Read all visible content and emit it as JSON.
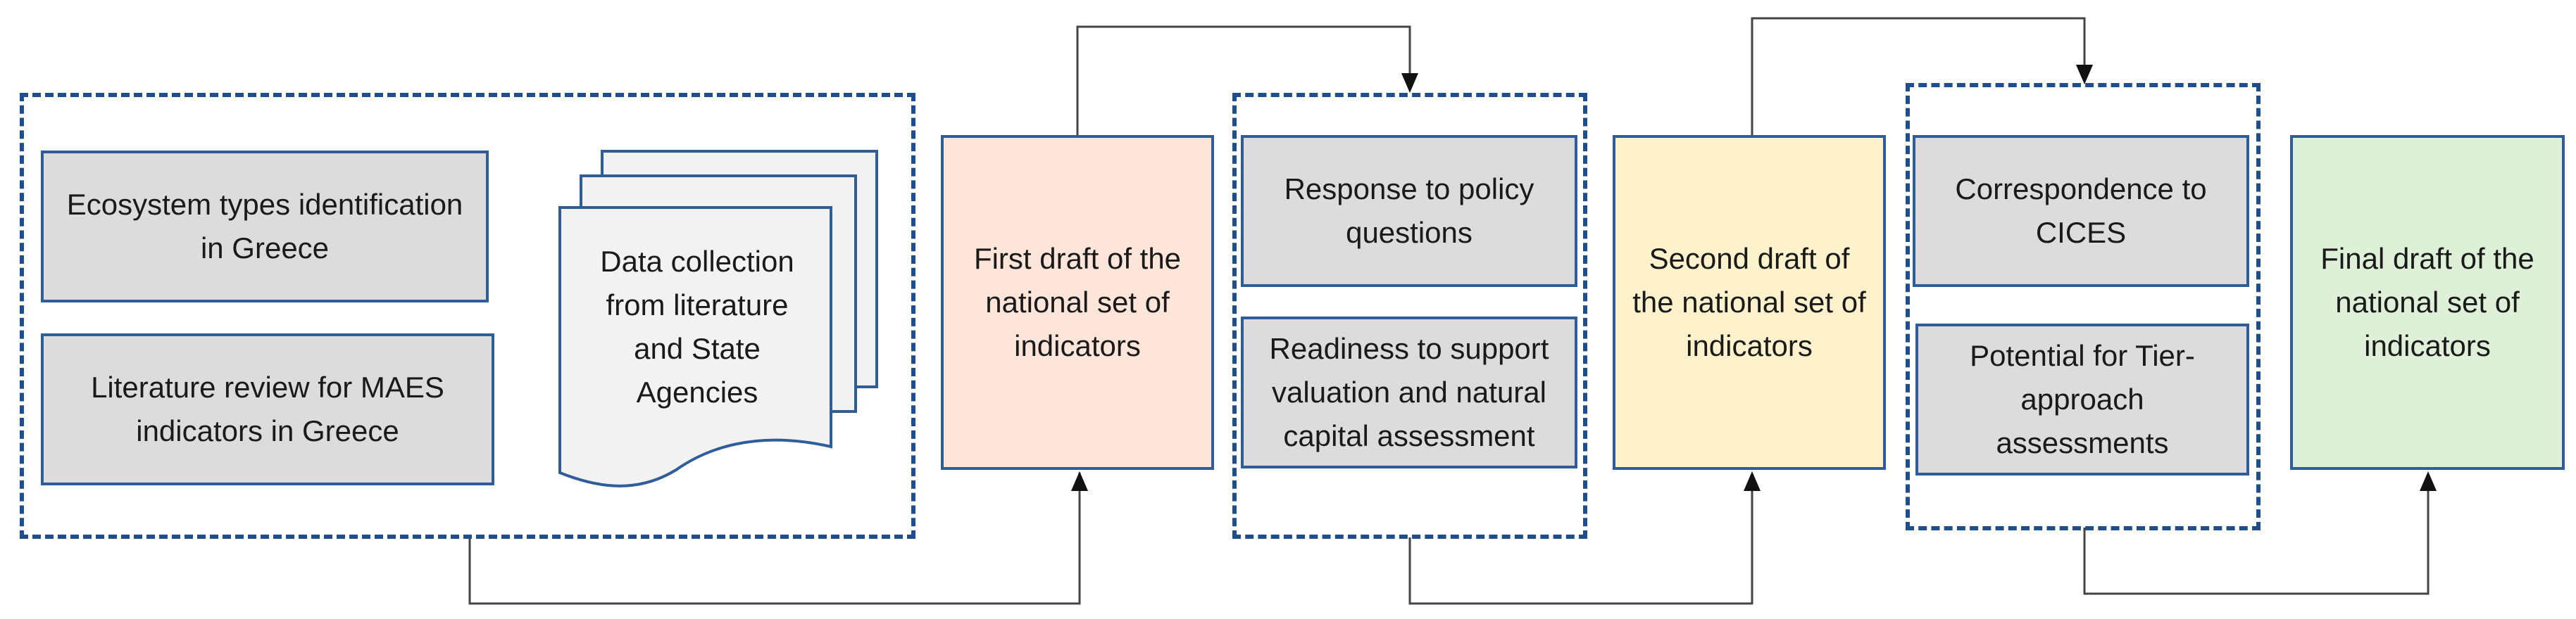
{
  "colors": {
    "border_blue": "#2e5d9a",
    "dash_blue": "#1f4e8c",
    "grey_fill": "#dcdcdc",
    "draft1_fill": "#fde5da",
    "draft2_fill": "#fdf2cc",
    "final_fill": "#dff0d8",
    "doc_fill": "#f2f2f2",
    "arrow": "#333333"
  },
  "group1": {
    "ecosystem": "Ecosystem types identification in Greece",
    "literature": "Literature review for MAES indicators in Greece",
    "data_collection": "Data collection from literature and State Agencies"
  },
  "draft1": "First draft of the national set of indicators",
  "group2": {
    "policy": "Response to policy questions",
    "readiness": "Readiness to support valuation and natural capital assessment"
  },
  "draft2": "Second draft of the national set of indicators",
  "group3": {
    "cices": "Correspondence to CICES",
    "tier": "Potential for Tier-approach assessments"
  },
  "final": "Final draft of the national set of indicators"
}
